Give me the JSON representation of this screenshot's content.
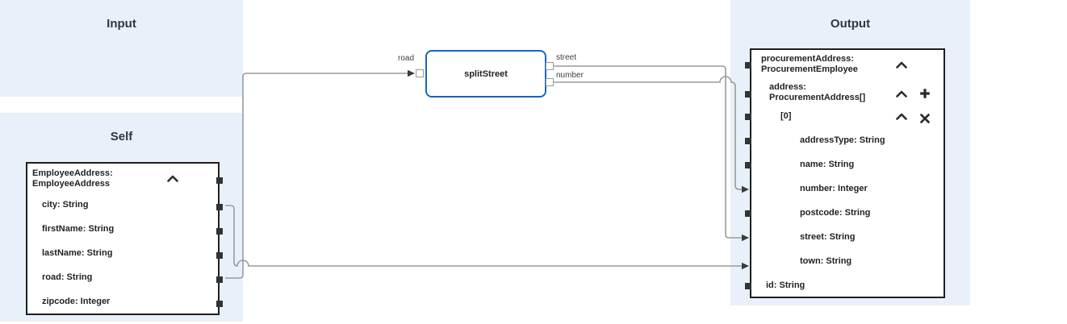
{
  "panels": {
    "input": {
      "title": "Input"
    },
    "self": {
      "title": "Self"
    },
    "output": {
      "title": "Output"
    }
  },
  "transformation": {
    "label": "splitStreet",
    "input_ports": [
      {
        "label": "road"
      }
    ],
    "output_ports": [
      {
        "label": "street"
      },
      {
        "label": "number"
      }
    ]
  },
  "self_tree": {
    "title": "EmployeeAddress:\nEmployeeAddress",
    "fields": [
      "city: String",
      "firstName: String",
      "lastName: String",
      "road: String",
      "zipcode: Integer"
    ]
  },
  "output_tree": {
    "title": "procurementAddress:\nProcurementEmployee",
    "address_group": "address:\nProcurementAddress[]",
    "index_item": "[0]",
    "address_fields": [
      "addressType: String",
      "name: String",
      "number: Integer",
      "postcode: String",
      "street: String",
      "town: String"
    ],
    "id_field": "id: String"
  },
  "connections": [
    {
      "from": "EmployeeAddress.road",
      "to": "splitStreet.road"
    },
    {
      "from": "splitStreet.street",
      "to": "procurementAddress.address[0].street"
    },
    {
      "from": "splitStreet.number",
      "to": "procurementAddress.address[0].number"
    },
    {
      "from": "EmployeeAddress.city",
      "to": "procurementAddress.address[0].town"
    }
  ],
  "icons": {
    "collapse": "chevron-up",
    "add": "plus",
    "remove": "x"
  },
  "colors": {
    "panel_bg": "#e8f1f9",
    "node_border": "#1f1f1f",
    "function_border": "#1666bd",
    "wire": "#9a9a9a",
    "arrow": "#3b3b3b",
    "port": "#333333",
    "text": "#1d2125"
  }
}
